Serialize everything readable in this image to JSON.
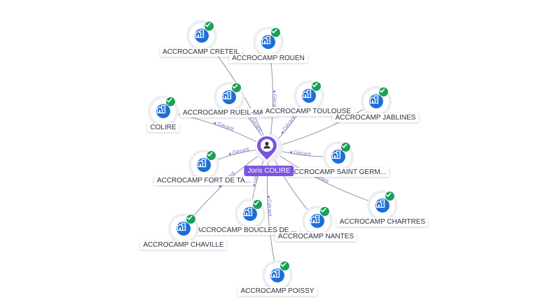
{
  "center": {
    "name": "Joris COLIRE",
    "icon": "person-pin-icon",
    "color": "#7b55e0"
  },
  "edge_label": "Gérant",
  "colors": {
    "company": "#1c6fd6",
    "verified": "#1a9e5a",
    "edge": "#8f96a6",
    "edge_label": "#7f77d6"
  },
  "companies": [
    {
      "name": "ACCROCAMP CRETEIL",
      "icon": "company-icon",
      "verified": true
    },
    {
      "name": "ACCROCAMP ROUEN",
      "icon": "company-icon",
      "verified": true
    },
    {
      "name": "ACCROCAMP RUEIL-MALI...",
      "icon": "company-icon",
      "verified": true
    },
    {
      "name": "ACCROCAMP TOULOUSE",
      "icon": "company-icon",
      "verified": true
    },
    {
      "name": "ACCROCAMP JABLINES",
      "icon": "company-icon",
      "verified": true
    },
    {
      "name": "COLIRE",
      "icon": "company-icon",
      "verified": true
    },
    {
      "name": "ACCROCAMP FORT DE TA...",
      "icon": "company-icon",
      "verified": true
    },
    {
      "name": "ACCROCAMP SAINT GERM...",
      "icon": "company-icon",
      "verified": true
    },
    {
      "name": "ACCROCAMP CHARTRES",
      "icon": "company-icon",
      "verified": true
    },
    {
      "name": "ACCROCAMP BOUCLES DE ...",
      "icon": "company-icon",
      "verified": true
    },
    {
      "name": "ACCROCAMP NANTES",
      "icon": "company-icon",
      "verified": true
    },
    {
      "name": "ACCROCAMP CHAVILLE",
      "icon": "company-icon",
      "verified": true
    },
    {
      "name": "ACCROCAMP POISSY",
      "icon": "company-icon",
      "verified": true
    }
  ]
}
